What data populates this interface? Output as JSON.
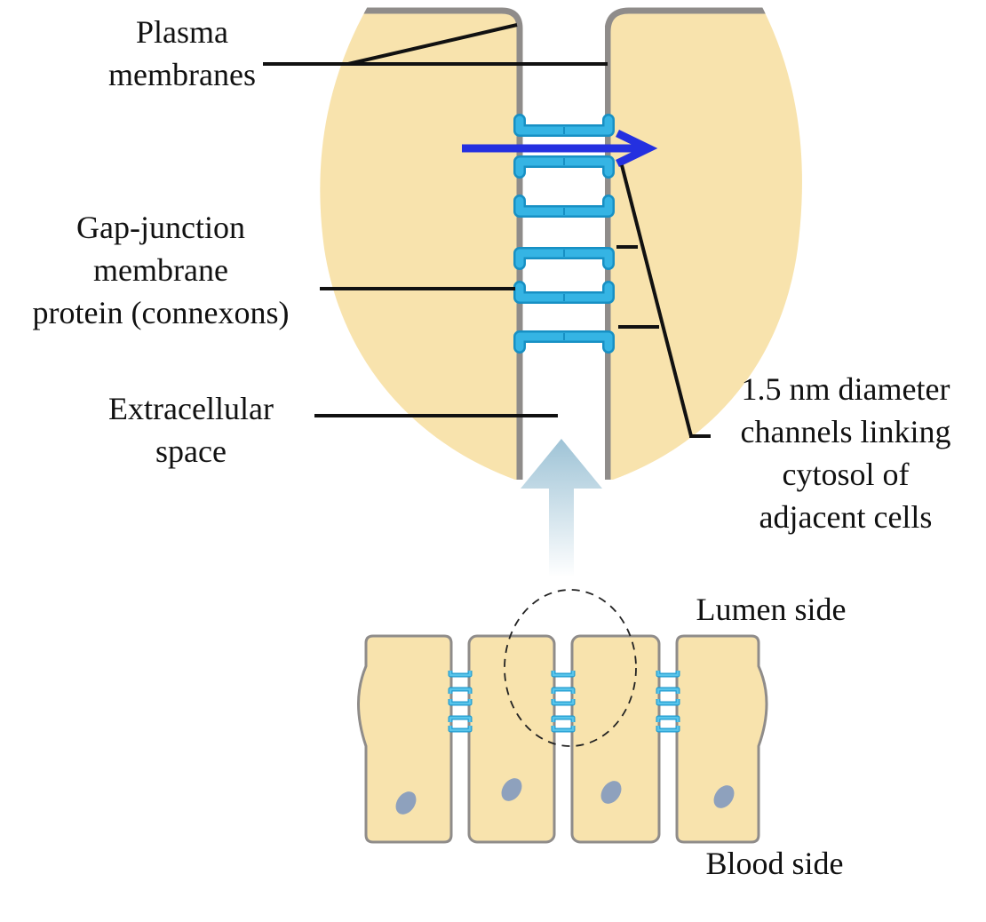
{
  "labels": {
    "plasma_membranes": [
      "Plasma",
      "membranes"
    ],
    "gap_junction_protein": [
      "Gap-junction",
      "membrane",
      "protein (connexons)"
    ],
    "extracellular_space": [
      "Extracellular",
      "space"
    ],
    "channels": [
      "1.5 nm diameter",
      "channels linking",
      "cytosol of",
      "adjacent cells"
    ],
    "lumen_side": "Lumen side",
    "blood_side": "Blood side"
  },
  "colors": {
    "cytoplasm": "#f8e3ad",
    "membrane": "#8f8c8a",
    "connexon": "#35b4e4",
    "connexon_outline": "#1790c4",
    "flow_arrow": "#2430e0",
    "zoom_arrow": "#a9cadb",
    "nucleus": "#8ea1bd",
    "leader_line": "#111111"
  }
}
